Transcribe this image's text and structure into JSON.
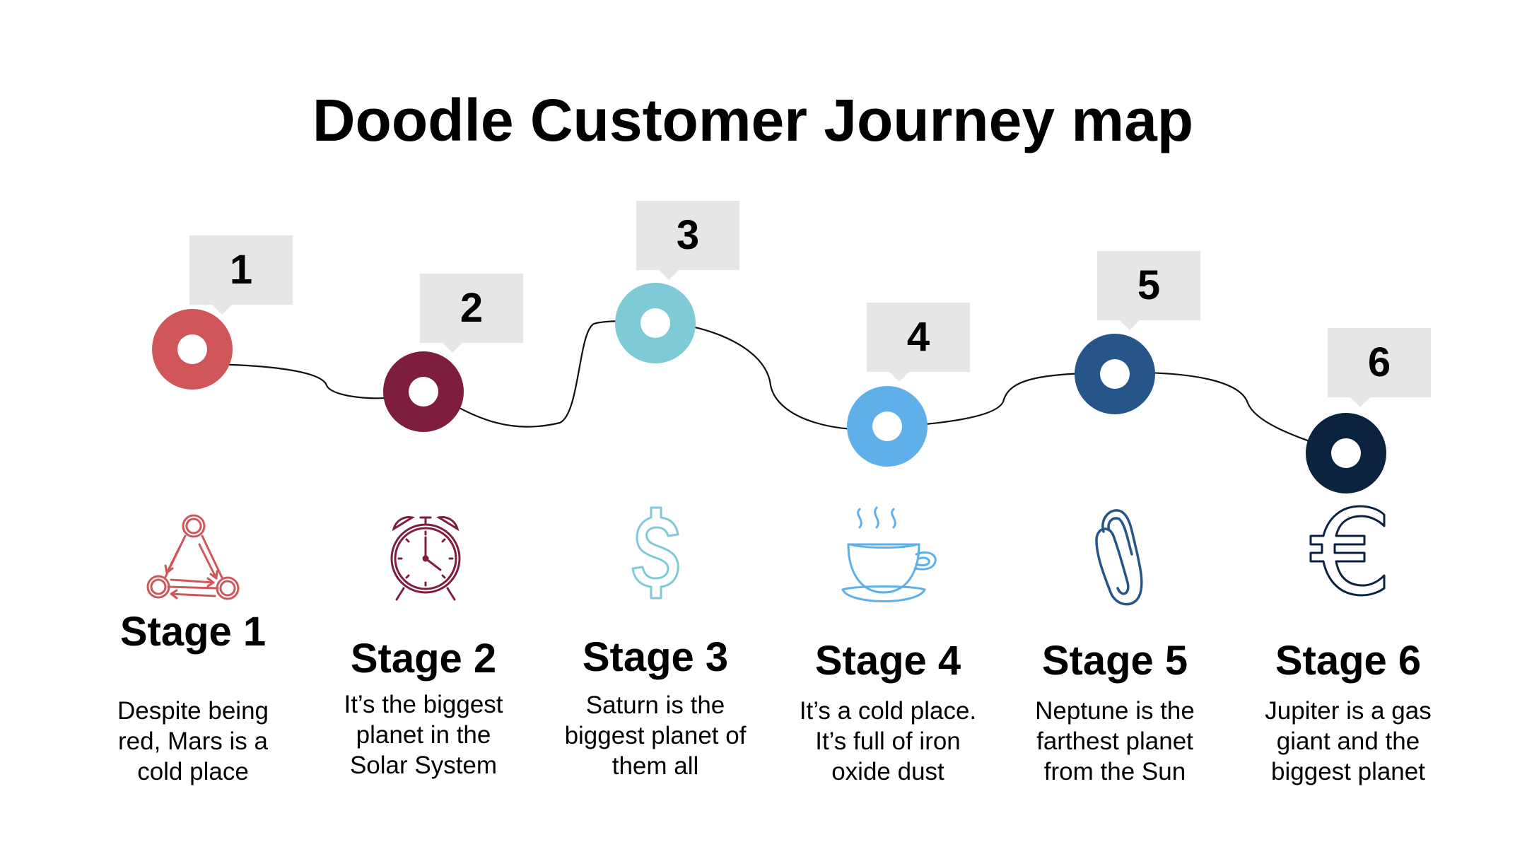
{
  "title": "Doodle Customer Journey map",
  "stages": [
    {
      "number": "1",
      "heading": "Stage 1",
      "description": "Despite being red, Mars is a cold place",
      "icon": "molecule-triangle-icon",
      "color": "#d1565a"
    },
    {
      "number": "2",
      "heading": "Stage 2",
      "description": "It’s the biggest planet in the Solar System",
      "icon": "alarm-clock-icon",
      "color": "#7f1d3c"
    },
    {
      "number": "3",
      "heading": "Stage 3",
      "description": "Saturn is the biggest planet of them all",
      "icon": "dollar-sign-icon",
      "color": "#7ecad6"
    },
    {
      "number": "4",
      "heading": "Stage 4",
      "description": "It’s a cold place. It’s full of iron oxide dust",
      "icon": "coffee-cup-icon",
      "color": "#5fb0e8"
    },
    {
      "number": "5",
      "heading": "Stage 5",
      "description": "Neptune is the farthest planet from the Sun",
      "icon": "paperclip-icon",
      "color": "#255589"
    },
    {
      "number": "6",
      "heading": "Stage 6",
      "description": "Jupiter is a gas giant and the biggest planet",
      "icon": "euro-sign-icon",
      "color": "#0c2340"
    }
  ]
}
